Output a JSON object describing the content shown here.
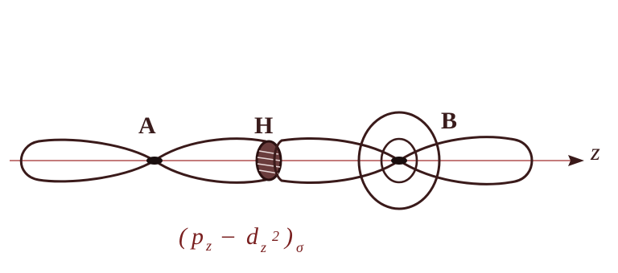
{
  "labels": {
    "atom_a": "A",
    "atom_h": "H",
    "atom_b": "B",
    "axis": "z"
  },
  "caption": {
    "open": "(",
    "p": "p",
    "p_sub": "z",
    "dash": "–",
    "d": "d",
    "d_sub": "z",
    "d_sup": "2",
    "close": ")",
    "sigma": "σ"
  },
  "colors": {
    "outline": "#3a1a1a",
    "axis_line": "#b05050",
    "caption": "#7a2020"
  }
}
